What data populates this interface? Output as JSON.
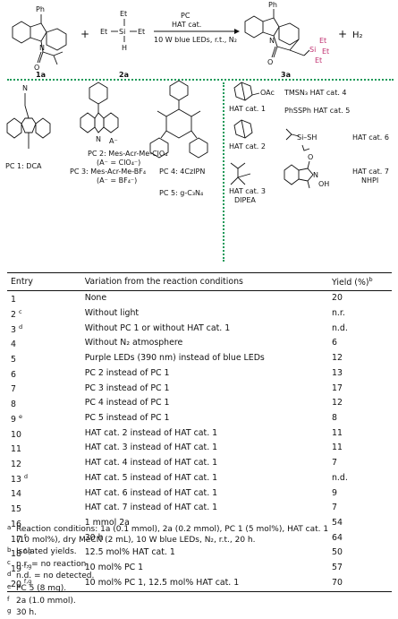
{
  "scheme": {
    "plus1": "+",
    "plus2": "+",
    "reagent_1a": "1a",
    "reagent_2a": "2a",
    "product_3a": "3a",
    "silane_et_top": "Et",
    "silane_et_left": "Et",
    "silane_et_right": "Et",
    "silane_si": "Si",
    "silane_h": "H",
    "arrow_top1": "PC",
    "arrow_top2": "HAT cat.",
    "arrow_bottom": "10 W blue LEDs, r.t., N₂",
    "byproduct": "H₂",
    "ph_label_1": "Ph",
    "ph_label_2": "Ph",
    "n_label_1": "N",
    "n_label_2": "N",
    "o_label_1": "O",
    "o_label_2": "O",
    "product_si": "Si",
    "product_et1": "Et",
    "product_et2": "Et",
    "product_et3": "Et"
  },
  "catalysts": {
    "pc1": "PC 1: DCA",
    "pc2_line1": "PC 2: Mes-Acr-Me-ClO₄",
    "pc2_line2": "(A⁻ = ClO₄⁻)",
    "pc3_line1": "PC 3: Mes-Acr-Me-BF₄",
    "pc3_line2": "(A⁻ = BF₄⁻)",
    "pc4": "PC 4: 4CzIPN",
    "pc5": "PC 5: g-C₃N₄",
    "hat1": "HAT cat. 1",
    "hat2": "HAT cat. 2",
    "hat3_line1": "HAT cat. 3",
    "hat3_line2": "DIPEA",
    "hat4": "TMSN₃   HAT cat. 4",
    "hat5": "PhSSPh  HAT cat. 5",
    "hat6": "HAT cat. 6",
    "hat7_line1": "HAT cat. 7",
    "hat7_line2": "NHPI",
    "n_dca": "N",
    "n_acr": "N",
    "a_minus": "A⁻",
    "oac": "OAc",
    "si_h": "Si–SH",
    "o_nhpi": "O",
    "n_nhpi": "N",
    "oh_nhpi": "OH"
  },
  "table": {
    "headers": [
      "Entry",
      "Variation from the reaction conditions",
      "Yield (%)"
    ],
    "header_yield_sup": "b",
    "rows": [
      {
        "entry": "1",
        "sup": "",
        "variation": "None",
        "yield": "20"
      },
      {
        "entry": "2",
        "sup": "c",
        "variation": "Without light",
        "yield": "n.r."
      },
      {
        "entry": "3",
        "sup": "d",
        "variation": "Without PC 1 or without HAT cat. 1",
        "yield": "n.d."
      },
      {
        "entry": "4",
        "sup": "",
        "variation": "Without N₂ atmosphere",
        "yield": "6"
      },
      {
        "entry": "5",
        "sup": "",
        "variation": "Purple LEDs (390 nm) instead of blue LEDs",
        "yield": "12"
      },
      {
        "entry": "6",
        "sup": "",
        "variation": "PC 2 instead of PC 1",
        "yield": "13"
      },
      {
        "entry": "7",
        "sup": "",
        "variation": "PC 3 instead of PC 1",
        "yield": "17"
      },
      {
        "entry": "8",
        "sup": "",
        "variation": "PC 4 instead of PC 1",
        "yield": "12"
      },
      {
        "entry": "9",
        "sup": "e",
        "variation": "PC 5 instead of PC 1",
        "yield": "8"
      },
      {
        "entry": "10",
        "sup": "",
        "variation": "HAT cat. 2 instead of HAT cat. 1",
        "yield": "11"
      },
      {
        "entry": "11",
        "sup": "",
        "variation": "HAT cat. 3 instead of HAT cat. 1",
        "yield": "11"
      },
      {
        "entry": "12",
        "sup": "",
        "variation": "HAT cat. 4 instead of HAT cat. 1",
        "yield": "7"
      },
      {
        "entry": "13",
        "sup": "d",
        "variation": "HAT cat. 5 instead of HAT cat. 1",
        "yield": "n.d."
      },
      {
        "entry": "14",
        "sup": "",
        "variation": "HAT cat. 6 instead of HAT cat. 1",
        "yield": "9"
      },
      {
        "entry": "15",
        "sup": "",
        "variation": "HAT cat. 7 instead of HAT cat. 1",
        "yield": "7"
      },
      {
        "entry": "16",
        "sup": "",
        "variation": "1 mmol 2a",
        "yield": "54"
      },
      {
        "entry": "17",
        "sup": "f",
        "variation": "30 h",
        "yield": "64"
      },
      {
        "entry": "18",
        "sup": "f,g",
        "variation": "12.5 mol% HAT cat. 1",
        "yield": "50"
      },
      {
        "entry": "19",
        "sup": "f,g",
        "variation": "10 mol% PC 1",
        "yield": "57"
      },
      {
        "entry": "20",
        "sup": "f,g",
        "variation": "10 mol% PC 1, 12.5 mol% HAT cat. 1",
        "yield": "70"
      }
    ]
  },
  "footnotes": [
    {
      "mark": "a",
      "text": "Reaction conditions: 1a (0.1 mmol), 2a (0.2 mmol), PC 1 (5 mol%), HAT cat. 1"
    },
    {
      "mark": "",
      "text": "(10 mol%), dry MeCN (2 mL), 10 W blue LEDs, N₂, r.t., 20 h."
    },
    {
      "mark": "b",
      "text": "Isolated yields."
    },
    {
      "mark": "c",
      "text": "n.r. = no reaction."
    },
    {
      "mark": "d",
      "text": "n.d. = no detected."
    },
    {
      "mark": "e",
      "text": "PC 5 (8 mg)."
    },
    {
      "mark": "f",
      "text": "2a (1.0 mmol)."
    },
    {
      "mark": "g",
      "text": "30 h."
    }
  ]
}
